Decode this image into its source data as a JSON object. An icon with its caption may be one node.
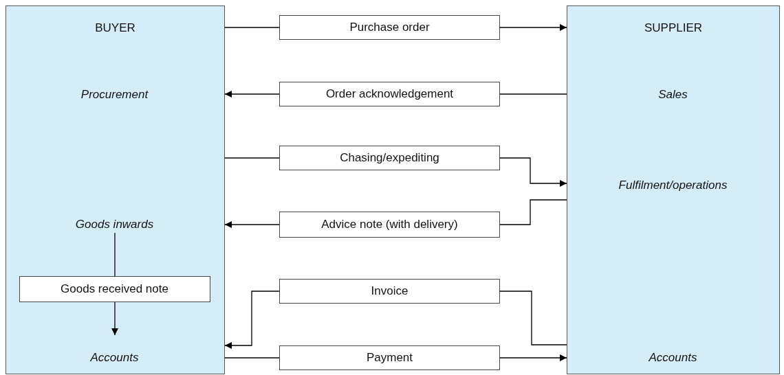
{
  "diagram": {
    "nodes": [
      {
        "text": [
          "BUYER"
        ]
      },
      {
        "text": [
          "Procurement"
        ],
        "in": 0
      },
      {
        "text": [
          "Goods inwards"
        ],
        "in": 0
      },
      {
        "text": [
          "Goods received note"
        ],
        "in": 0
      },
      {
        "text": [
          "Accounts"
        ],
        "in": 0
      },
      {
        "text": [
          "SUPPLIER"
        ]
      },
      {
        "text": [
          "Sales"
        ],
        "in": 5
      },
      {
        "text": [
          "Fulfilment/operations"
        ],
        "in": 5
      },
      {
        "text": [
          "Accounts"
        ],
        "in": 5
      },
      {
        "text": [
          "Purchase order"
        ]
      },
      {
        "text": [
          "Order acknowledgement"
        ]
      },
      {
        "text": [
          "Chasing/expediting"
        ]
      },
      {
        "text": [
          "Advice note (with delivery)"
        ]
      },
      {
        "text": [
          "Invoice"
        ]
      },
      {
        "text": [
          "Payment"
        ]
      }
    ],
    "edges": [
      {
        "from": 0,
        "to": 9,
        "arrow": "none"
      },
      {
        "from": 9,
        "to": 5,
        "arrow": "to"
      },
      {
        "from": 5,
        "to": 10,
        "arrow": "none"
      },
      {
        "from": 10,
        "to": 0,
        "arrow": "to"
      },
      {
        "from": 0,
        "to": 11,
        "arrow": "none"
      },
      {
        "from": 11,
        "to": 5,
        "arrow": "to"
      },
      {
        "from": 5,
        "to": 12,
        "arrow": "none"
      },
      {
        "from": 12,
        "to": 0,
        "arrow": "to"
      },
      {
        "from": 5,
        "to": 13,
        "arrow": "none"
      },
      {
        "from": 13,
        "to": 0,
        "arrow": "to"
      },
      {
        "from": 0,
        "to": 14,
        "arrow": "none"
      },
      {
        "from": 14,
        "to": 5,
        "arrow": "to"
      },
      {
        "from": 2,
        "to": 3,
        "arrow": "none"
      },
      {
        "from": 3,
        "to": 4,
        "arrow": "to"
      }
    ]
  }
}
